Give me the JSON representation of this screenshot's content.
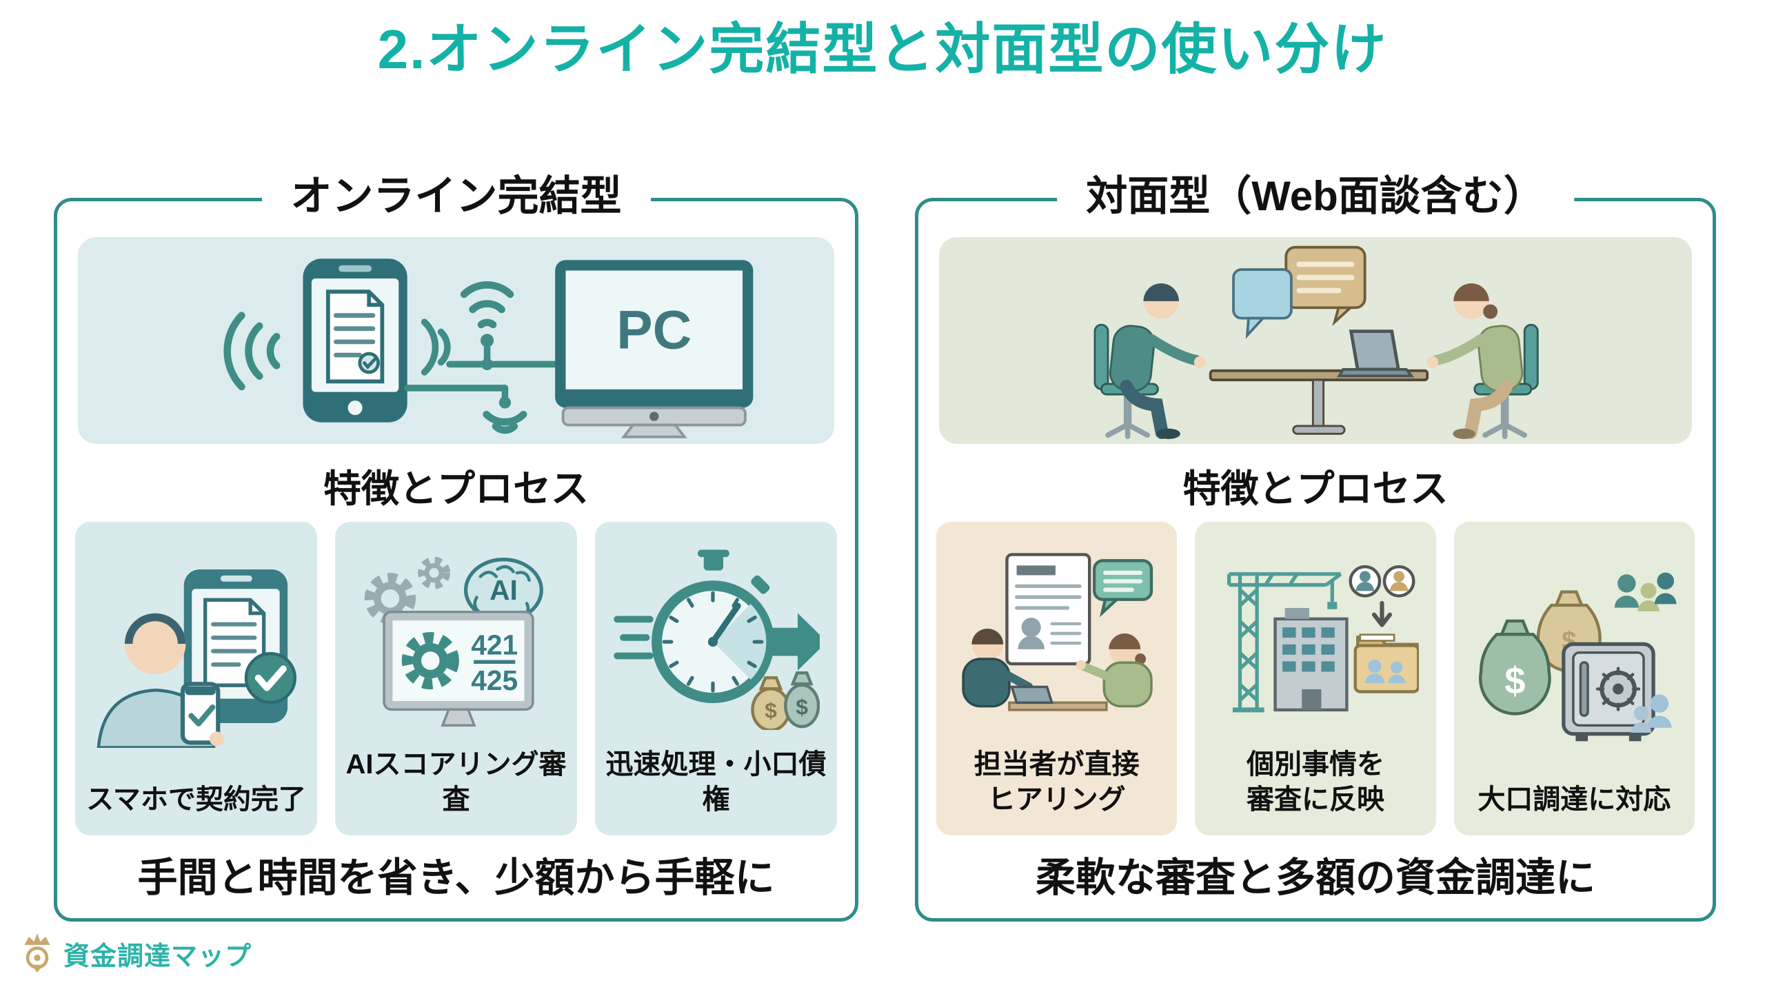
{
  "page": {
    "title": "2.オンライン完結型と対面型の使い分け"
  },
  "labels": {
    "pc": "PC",
    "ai": "AI",
    "score_numerator": "421",
    "score_denominator": "425",
    "dollar": "$"
  },
  "panels": {
    "online": {
      "title": "オンライン完結型",
      "section_heading": "特徴とプロセス",
      "cards": [
        {
          "caption": "スマホで契約完了",
          "icon": "smartphone-contract-icon"
        },
        {
          "caption": "AIスコアリング審査",
          "icon": "ai-scoring-icon"
        },
        {
          "caption": "迅速処理・小口債権",
          "icon": "speed-small-claims-icon"
        }
      ],
      "tagline": "手間と時間を省き、少額から手軽に"
    },
    "face_to_face": {
      "title": "対面型（Web面談含む）",
      "section_heading": "特徴とプロセス",
      "cards": [
        {
          "caption": "担当者が直接\nヒアリング",
          "icon": "direct-hearing-icon"
        },
        {
          "caption": "個別事情を\n審査に反映",
          "icon": "individual-circumstances-icon"
        },
        {
          "caption": "大口調達に対応",
          "icon": "large-funding-icon"
        }
      ],
      "tagline": "柔軟な審査と多額の資金調達に"
    }
  },
  "footer": {
    "logo_text": "資金調達マップ"
  },
  "colors": {
    "accent_teal": "#14b2a6",
    "panel_border": "#2e8d8a",
    "online_box_bg": "#dcecee",
    "online_card_bg": "#d9eaec",
    "meeting_box_bg": "#e2e9da",
    "beige_card_bg": "#f2e7d4",
    "green_card_bg": "#e5ecdc",
    "logo_gold": "#c9a76d"
  }
}
